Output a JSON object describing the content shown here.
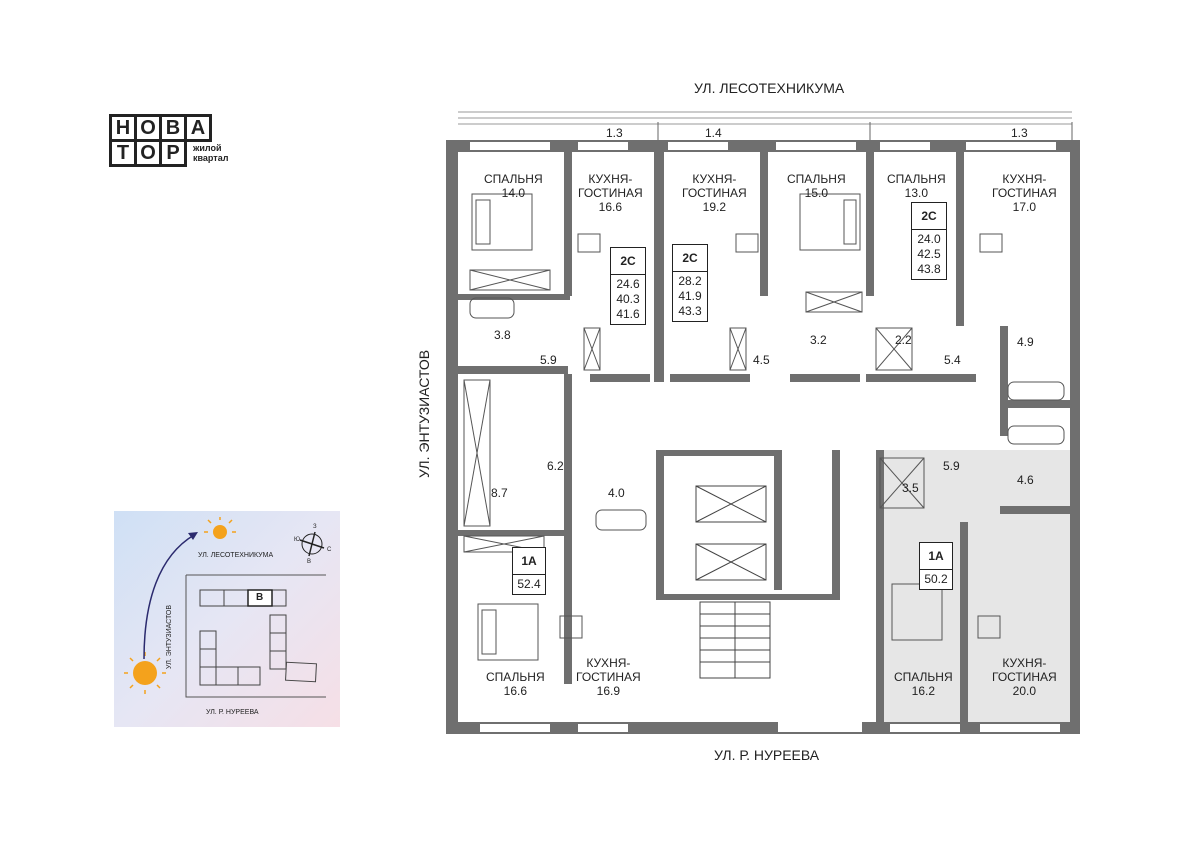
{
  "logo": {
    "row1": [
      "Н",
      "О",
      "В",
      "А"
    ],
    "row2": [
      "Т",
      "О",
      "Р"
    ],
    "sub_line1": "жилой",
    "sub_line2": "квартал"
  },
  "streets": {
    "top": "УЛ. ЛЕСОТЕХНИКУМА",
    "bottom": "УЛ. Р. НУРЕЕВА",
    "left": "УЛ. ЭНТУЗИАСТОВ"
  },
  "dimensions": [
    "1.3",
    "1.4",
    "1.3"
  ],
  "rooms": [
    {
      "name_line1": "СПАЛЬНЯ",
      "name_line2": "",
      "area": "14.0"
    },
    {
      "name_line1": "КУХНЯ-",
      "name_line2": "ГОСТИНАЯ",
      "area": "16.6"
    },
    {
      "name_line1": "КУХНЯ-",
      "name_line2": "ГОСТИНАЯ",
      "area": "19.2"
    },
    {
      "name_line1": "СПАЛЬНЯ",
      "name_line2": "",
      "area": "15.0"
    },
    {
      "name_line1": "СПАЛЬНЯ",
      "name_line2": "",
      "area": "13.0"
    },
    {
      "name_line1": "КУХНЯ-",
      "name_line2": "ГОСТИНАЯ",
      "area": "17.0"
    },
    {
      "name_line1": "СПАЛЬНЯ",
      "name_line2": "",
      "area": "16.6"
    },
    {
      "name_line1": "КУХНЯ-",
      "name_line2": "ГОСТИНАЯ",
      "area": "16.9"
    },
    {
      "name_line1": "СПАЛЬНЯ",
      "name_line2": "",
      "area": "16.2"
    },
    {
      "name_line1": "КУХНЯ-",
      "name_line2": "ГОСТИНАЯ",
      "area": "20.0"
    }
  ],
  "small_areas": [
    "3.8",
    "5.9",
    "4.5",
    "3.2",
    "2.2",
    "5.4",
    "4.9",
    "6.2",
    "4.0",
    "8.7",
    "3.5",
    "5.9",
    "4.6"
  ],
  "apartments": [
    {
      "code": "2С",
      "values": [
        "24.6",
        "40.3",
        "41.6"
      ]
    },
    {
      "code": "2С",
      "values": [
        "28.2",
        "41.9",
        "43.3"
      ]
    },
    {
      "code": "2С",
      "values": [
        "24.0",
        "42.5",
        "43.8"
      ]
    },
    {
      "code": "1А",
      "values": [
        "52.4"
      ]
    },
    {
      "code": "1А",
      "values": [
        "50.2"
      ]
    }
  ],
  "inset": {
    "street_top": "УЛ. ЛЕСОТЕХНИКУМА",
    "street_left": "УЛ. ЭНТУЗИАСТОВ",
    "street_bottom": "УЛ. Р. НУРЕЕВА",
    "section_label": "В",
    "compass": {
      "n": "З",
      "w": "Ю",
      "e": "С",
      "s": "В"
    }
  },
  "colors": {
    "wall": "#6f6f6f",
    "highlight": "#e6e6e6",
    "sun": "#f4a21c",
    "arrow": "#2b2a6e"
  }
}
